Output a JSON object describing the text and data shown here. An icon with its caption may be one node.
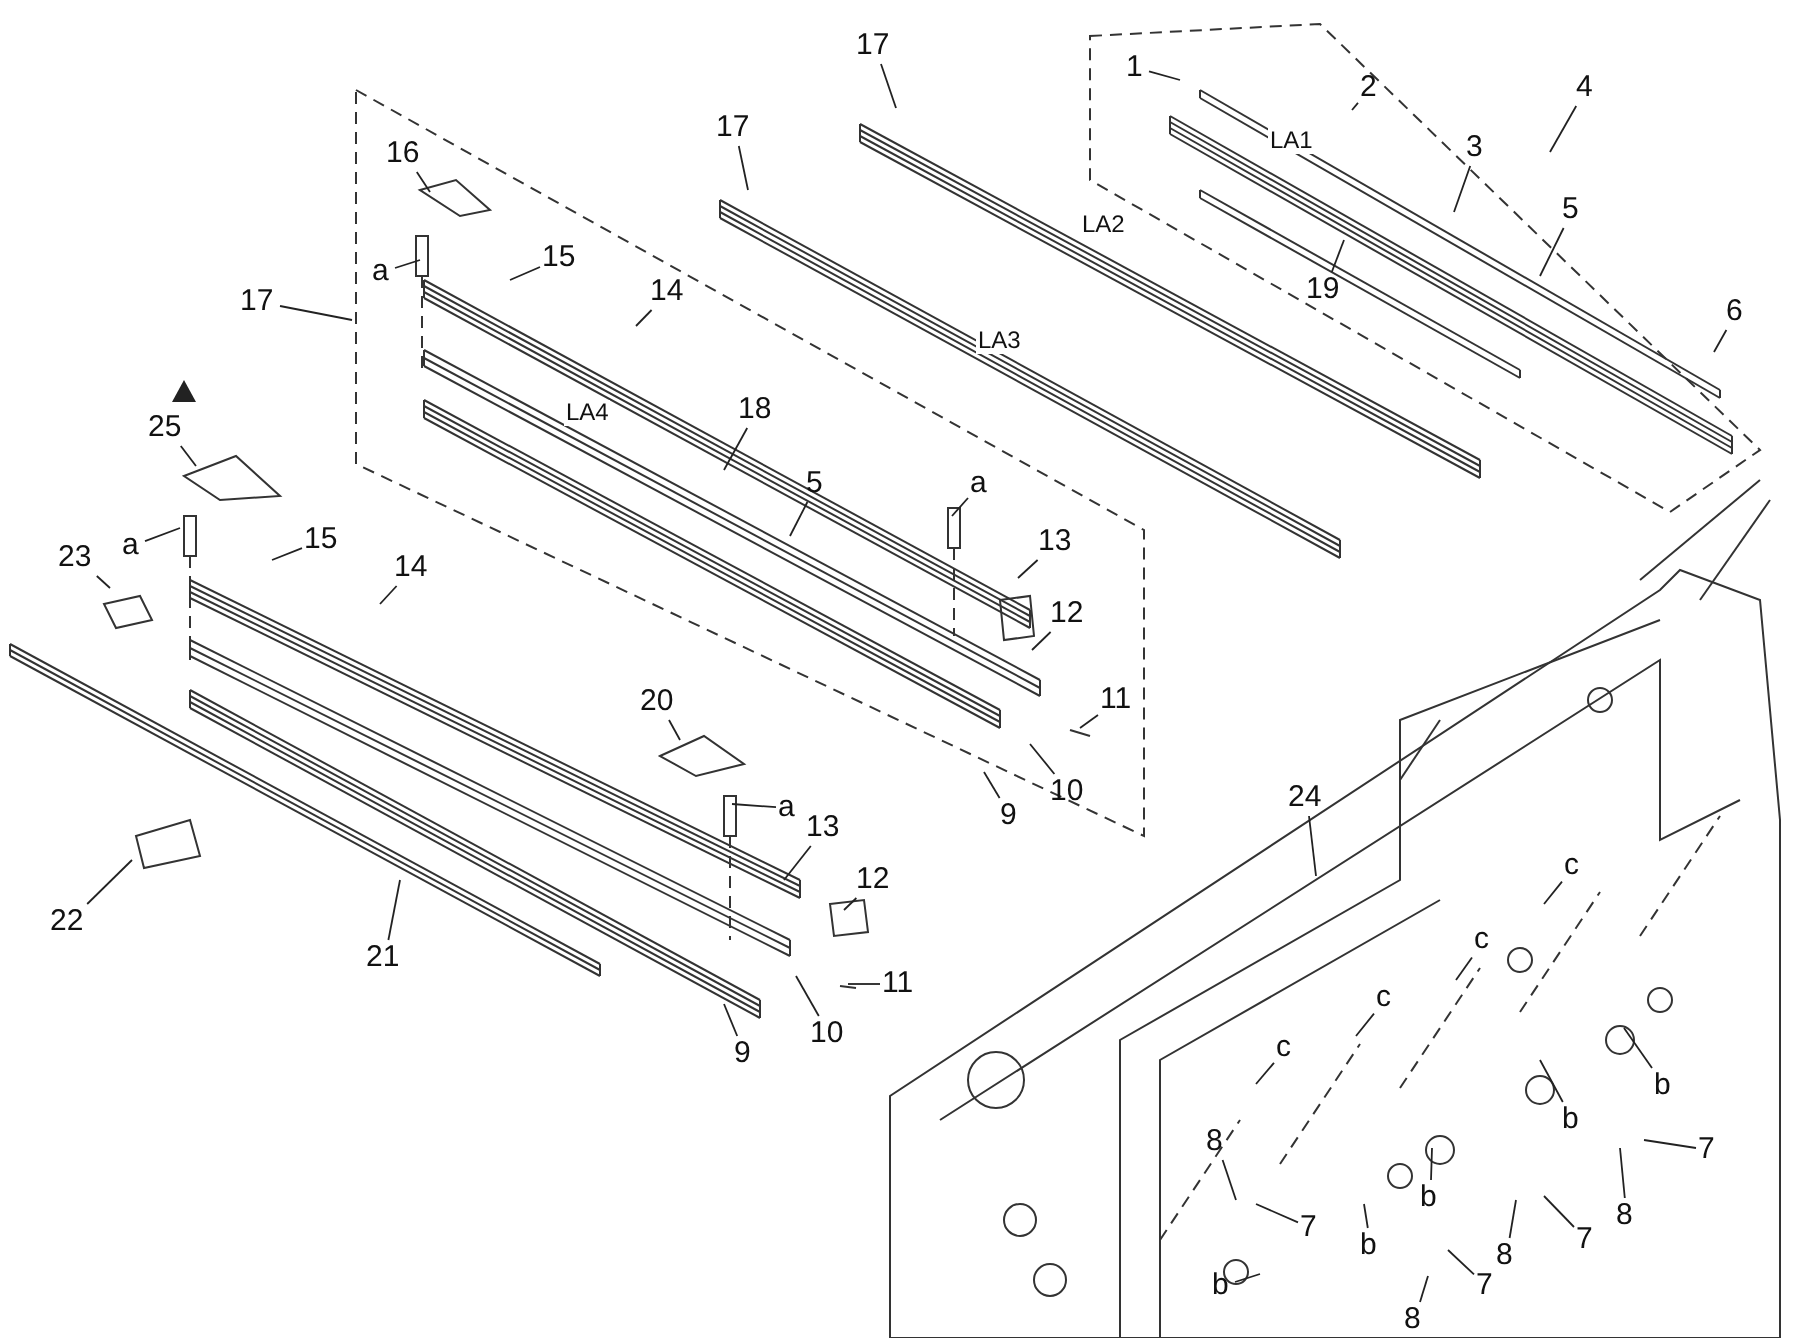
{
  "diagram": {
    "nodes": [
      {
        "text": [
          "1"
        ]
      },
      {
        "text": [
          "2"
        ]
      },
      {
        "text": [
          "4"
        ]
      },
      {
        "text": [
          "3"
        ]
      },
      {
        "text": [
          "5"
        ]
      },
      {
        "text": [
          "19"
        ]
      },
      {
        "text": [
          "6"
        ]
      },
      {
        "text": [
          "17"
        ]
      },
      {
        "text": [
          "17"
        ]
      },
      {
        "text": [
          "16"
        ]
      },
      {
        "text": [
          "a"
        ]
      },
      {
        "text": [
          "15"
        ]
      },
      {
        "text": [
          "17"
        ]
      },
      {
        "text": [
          "14"
        ]
      },
      {
        "text": [
          "18"
        ]
      },
      {
        "text": [
          "5"
        ]
      },
      {
        "text": [
          "a"
        ]
      },
      {
        "text": [
          "13"
        ]
      },
      {
        "text": [
          "12"
        ]
      },
      {
        "text": [
          "11"
        ]
      },
      {
        "text": [
          "9"
        ]
      },
      {
        "text": [
          "10"
        ]
      },
      {
        "text": [
          "25"
        ]
      },
      {
        "text": [
          "a"
        ]
      },
      {
        "text": [
          "23"
        ]
      },
      {
        "text": [
          "15"
        ]
      },
      {
        "text": [
          "14"
        ]
      },
      {
        "text": [
          "20"
        ]
      },
      {
        "text": [
          "a"
        ]
      },
      {
        "text": [
          "13"
        ]
      },
      {
        "text": [
          "12"
        ]
      },
      {
        "text": [
          "11"
        ]
      },
      {
        "text": [
          "9"
        ]
      },
      {
        "text": [
          "10"
        ]
      },
      {
        "text": [
          "22"
        ]
      },
      {
        "text": [
          "21"
        ]
      },
      {
        "text": [
          "24"
        ]
      },
      {
        "text": [
          "c"
        ]
      },
      {
        "text": [
          "c"
        ]
      },
      {
        "text": [
          "c"
        ]
      },
      {
        "text": [
          "c"
        ]
      },
      {
        "text": [
          "b"
        ]
      },
      {
        "text": [
          "b"
        ]
      },
      {
        "text": [
          "8"
        ]
      },
      {
        "text": [
          "7"
        ]
      },
      {
        "text": [
          "b"
        ]
      },
      {
        "text": [
          "8"
        ]
      },
      {
        "text": [
          "7"
        ]
      },
      {
        "text": [
          "b"
        ]
      },
      {
        "text": [
          "8"
        ]
      },
      {
        "text": [
          "b"
        ]
      },
      {
        "text": [
          "7"
        ]
      },
      {
        "text": [
          "8"
        ]
      },
      {
        "text": [
          "7"
        ]
      }
    ],
    "edges": [
      {
        "from": 0,
        "to": null,
        "arrow": "none"
      },
      {
        "from": 1,
        "to": null,
        "arrow": "none"
      },
      {
        "from": 2,
        "to": null,
        "arrow": "none"
      },
      {
        "from": 3,
        "to": null,
        "arrow": "none"
      },
      {
        "from": 4,
        "to": null,
        "arrow": "none"
      },
      {
        "from": 5,
        "to": null,
        "arrow": "none"
      },
      {
        "from": 6,
        "to": null,
        "arrow": "none"
      },
      {
        "from": 7,
        "to": null,
        "arrow": "none"
      },
      {
        "from": 8,
        "to": null,
        "arrow": "none"
      },
      {
        "from": 9,
        "to": null,
        "arrow": "none"
      },
      {
        "from": 10,
        "to": null,
        "arrow": "none"
      },
      {
        "from": 11,
        "to": null,
        "arrow": "none"
      },
      {
        "from": 12,
        "to": null,
        "arrow": "none"
      },
      {
        "from": 13,
        "to": null,
        "arrow": "none"
      },
      {
        "from": 14,
        "to": null,
        "arrow": "none"
      },
      {
        "from": 15,
        "to": null,
        "arrow": "none"
      },
      {
        "from": 16,
        "to": null,
        "arrow": "none"
      },
      {
        "from": 17,
        "to": null,
        "arrow": "none"
      },
      {
        "from": 18,
        "to": null,
        "arrow": "none"
      },
      {
        "from": 19,
        "to": null,
        "arrow": "none"
      },
      {
        "from": 20,
        "to": null,
        "arrow": "none"
      },
      {
        "from": 21,
        "to": null,
        "arrow": "none"
      },
      {
        "from": 22,
        "to": null,
        "arrow": "none"
      },
      {
        "from": 23,
        "to": null,
        "arrow": "none"
      },
      {
        "from": 24,
        "to": null,
        "arrow": "none"
      },
      {
        "from": 25,
        "to": null,
        "arrow": "none"
      },
      {
        "from": 26,
        "to": null,
        "arrow": "none"
      },
      {
        "from": 27,
        "to": null,
        "arrow": "none"
      },
      {
        "from": 28,
        "to": null,
        "arrow": "none"
      },
      {
        "from": 29,
        "to": null,
        "arrow": "none"
      },
      {
        "from": 30,
        "to": null,
        "arrow": "none"
      },
      {
        "from": 31,
        "to": null,
        "arrow": "none"
      },
      {
        "from": 32,
        "to": null,
        "arrow": "none"
      },
      {
        "from": 33,
        "to": null,
        "arrow": "none"
      },
      {
        "from": 34,
        "to": null,
        "arrow": "none"
      },
      {
        "from": 35,
        "to": null,
        "arrow": "none"
      },
      {
        "from": 36,
        "to": null,
        "arrow": "none"
      },
      {
        "from": 37,
        "to": null,
        "arrow": "none"
      },
      {
        "from": 38,
        "to": null,
        "arrow": "none"
      },
      {
        "from": 39,
        "to": null,
        "arrow": "none"
      },
      {
        "from": 40,
        "to": null,
        "arrow": "none"
      },
      {
        "from": 41,
        "to": null,
        "arrow": "none"
      },
      {
        "from": 42,
        "to": null,
        "arrow": "none"
      },
      {
        "from": 43,
        "to": null,
        "arrow": "none"
      },
      {
        "from": 44,
        "to": null,
        "arrow": "none"
      },
      {
        "from": 45,
        "to": null,
        "arrow": "none"
      },
      {
        "from": 46,
        "to": null,
        "arrow": "none"
      },
      {
        "from": 47,
        "to": null,
        "arrow": "none"
      },
      {
        "from": 48,
        "to": null,
        "arrow": "none"
      },
      {
        "from": 49,
        "to": null,
        "arrow": "none"
      },
      {
        "from": 50,
        "to": null,
        "arrow": "none"
      },
      {
        "from": 51,
        "to": null,
        "arrow": "none"
      },
      {
        "from": 52,
        "to": null,
        "arrow": "none"
      },
      {
        "from": 53,
        "to": null,
        "arrow": "none"
      }
    ],
    "labels": [
      "LA1",
      "LA2",
      "LA3",
      "LA4"
    ]
  }
}
